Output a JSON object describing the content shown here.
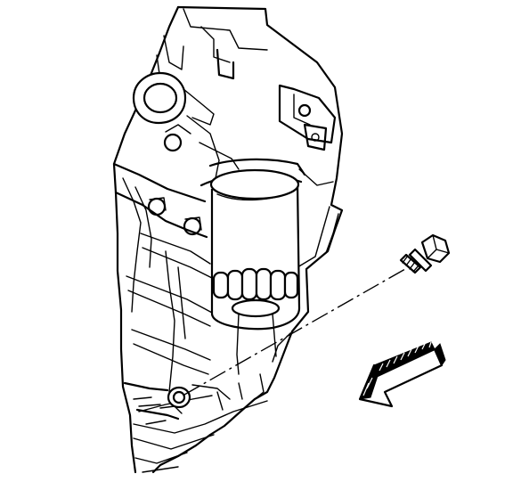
{
  "diagram": {
    "components": [
      {
        "name": "engine-block",
        "icon": "engine-block-outline"
      },
      {
        "name": "oil-filter",
        "icon": "cylindrical-filter"
      },
      {
        "name": "drain-plug-bolt",
        "icon": "hex-bolt"
      },
      {
        "name": "drain-hole",
        "icon": "circle-hole"
      },
      {
        "name": "direction-arrow",
        "icon": "hatched-arrow"
      }
    ],
    "colors": {
      "line": "#000000",
      "background": "#ffffff"
    }
  }
}
